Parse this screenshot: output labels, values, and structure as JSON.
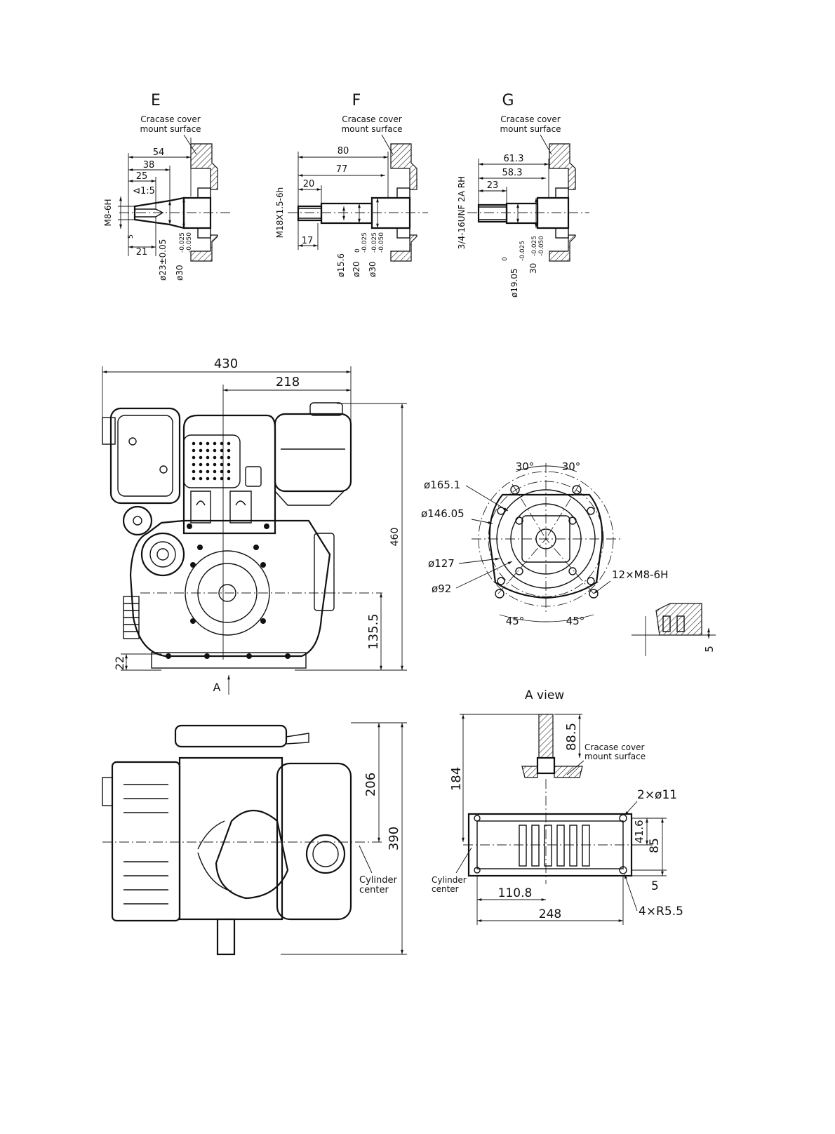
{
  "detail_e": {
    "title": "E",
    "surface_line1": "Cracase cover",
    "surface_line2": "mount surface",
    "dim_54": "54",
    "dim_38": "38",
    "dim_25": "25",
    "taper": "⊲1:5",
    "thread": "M8-6H",
    "dim_5": "5",
    "dim_21": "21",
    "dia_23": "ø23±0.05",
    "dia_30": "ø30",
    "tol_upper": "-0.025",
    "tol_lower": "-0.050"
  },
  "detail_f": {
    "title": "F",
    "surface_line1": "Cracase cover",
    "surface_line2": "mount surface",
    "dim_80": "80",
    "dim_77": "77",
    "dim_20": "20",
    "thread": "M18X1.5-6h",
    "dim_17": "17",
    "dia_15_6": "ø15.6",
    "dia_20": "ø20",
    "dia_20_tol_upper": "0",
    "dia_20_tol_lower": "-0.025",
    "dia_30": "ø30",
    "dia_30_tol_upper": "-0.025",
    "dia_30_tol_lower": "-0.050"
  },
  "detail_g": {
    "title": "G",
    "surface_line1": "Cracase cover",
    "surface_line2": "mount surface",
    "dim_61_3": "61.3",
    "dim_58_3": "58.3",
    "dim_23": "23",
    "thread": "3/4-16UNF 2A RH",
    "dia_19": "ø19.05",
    "dia_19_tol_upper": "0",
    "dia_19_tol_lower": "-0.025",
    "dia_30": "30",
    "dia_30_tol_upper": "-0.025",
    "dia_30_tol_lower": "-0.050"
  },
  "front_view": {
    "dim_430": "430",
    "dim_218": "218",
    "dim_460": "460",
    "dim_135_5": "135.5",
    "dim_22": "22",
    "arrow_label": "A"
  },
  "flange_view": {
    "angle_top_left": "30°",
    "angle_top_right": "30°",
    "angle_bottom_left": "45°",
    "angle_bottom_right": "45°",
    "dia_165_1": "ø165.1",
    "dia_146_05": "ø146.05",
    "dia_127": "ø127",
    "dia_92": "ø92",
    "holes": "12×M8-6H",
    "dim_5": "5"
  },
  "top_view": {
    "dim_206": "206",
    "dim_390": "390",
    "cyl_line1": "Cylinder",
    "cyl_line2": "center"
  },
  "a_view": {
    "title": "A   view",
    "dim_88_5": "88.5",
    "dim_184": "184",
    "surface_line1": "Cracase cover",
    "surface_line2": "mount surface",
    "holes_2": "2×ø11",
    "dim_41_6": "41.6",
    "dim_85": "85",
    "dim_5": "5",
    "cyl_line1": "Cylinder",
    "cyl_line2": "center",
    "dim_110_8": "110.8",
    "dim_248": "248",
    "radius_4": "4×R5.5"
  }
}
